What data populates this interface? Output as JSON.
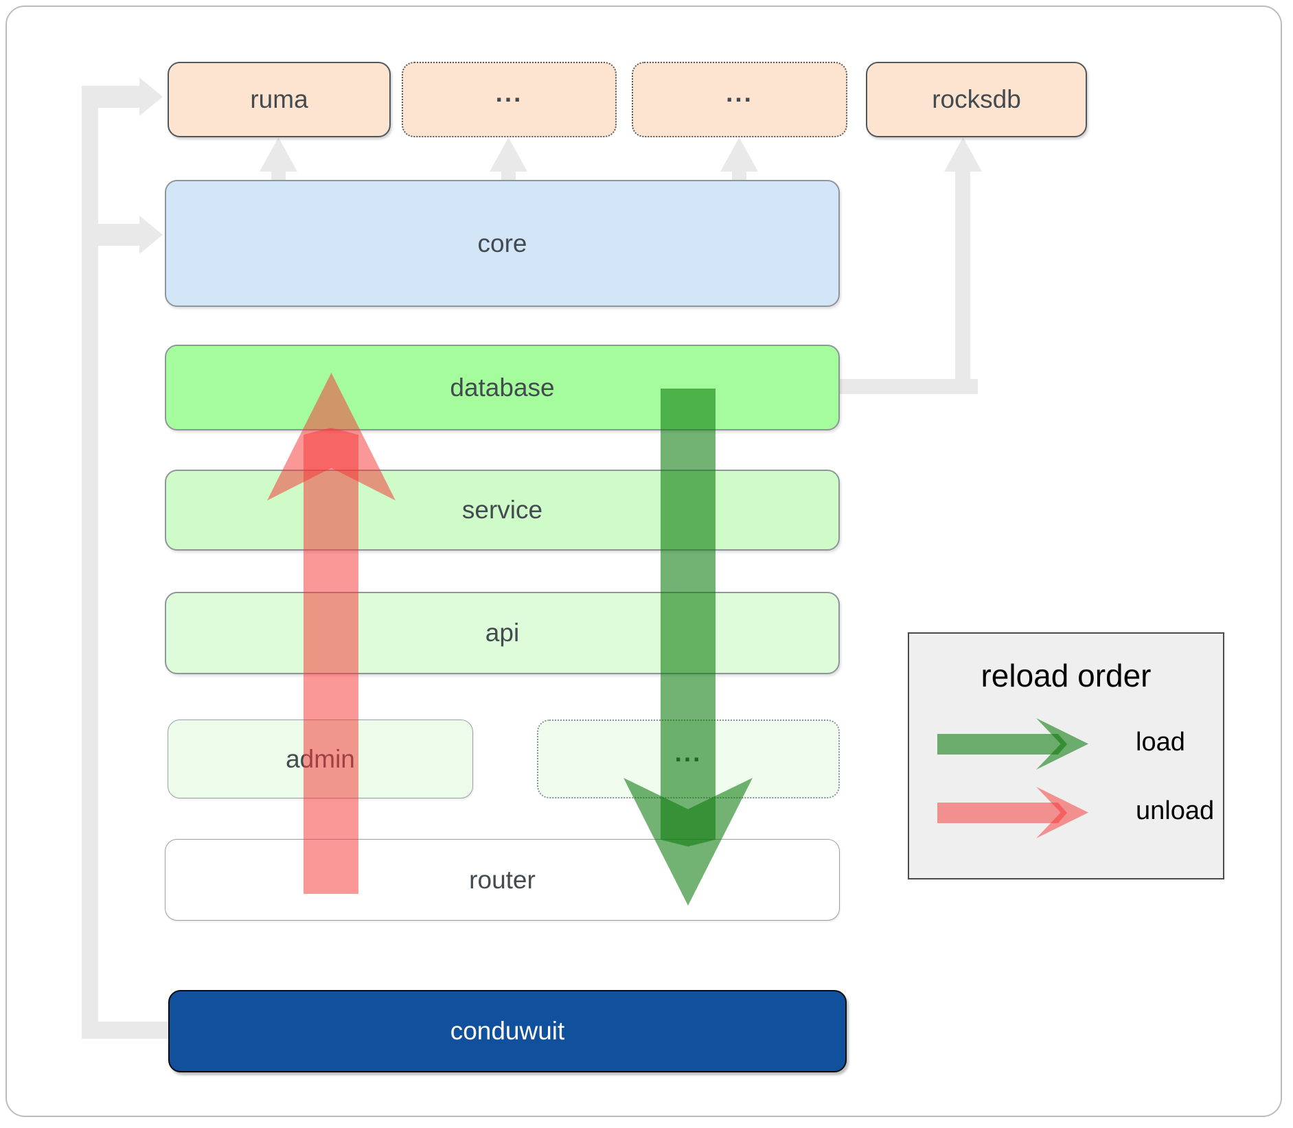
{
  "nodes": {
    "ruma": {
      "label": "ruma",
      "fill": "#fce4d0"
    },
    "module_top_1": {
      "label": "...",
      "fill": "#fce4d0"
    },
    "module_top_2": {
      "label": "...",
      "fill": "#fce4d0"
    },
    "rocksdb": {
      "label": "rocksdb",
      "fill": "#fce4d0"
    },
    "core": {
      "label": "core",
      "fill": "#d3e6f8"
    },
    "database": {
      "label": "database",
      "fill": "#a5fc9d"
    },
    "service": {
      "label": "service",
      "fill": "#cefbc7"
    },
    "api": {
      "label": "api",
      "fill": "#dffcda"
    },
    "admin": {
      "label": "admin",
      "fill": "#edfcea"
    },
    "module_bottom": {
      "label": "...",
      "fill": "#f0fdee"
    },
    "router": {
      "label": "router",
      "fill": "#ffffff"
    },
    "conduwuit": {
      "label": "conduwuit",
      "fill": "#10509d"
    }
  },
  "legend": {
    "title": "reload order",
    "load_label": "load",
    "unload_label": "unload"
  },
  "colors": {
    "load_arrow": "rgba(12,122,12,0.58)",
    "unload_arrow": "rgba(246,55,55,0.52)",
    "connector": "#e9e9e9",
    "node_text": "#434a50",
    "conduwuit_fill": "#10509d",
    "legend_bg": "#efefef"
  }
}
